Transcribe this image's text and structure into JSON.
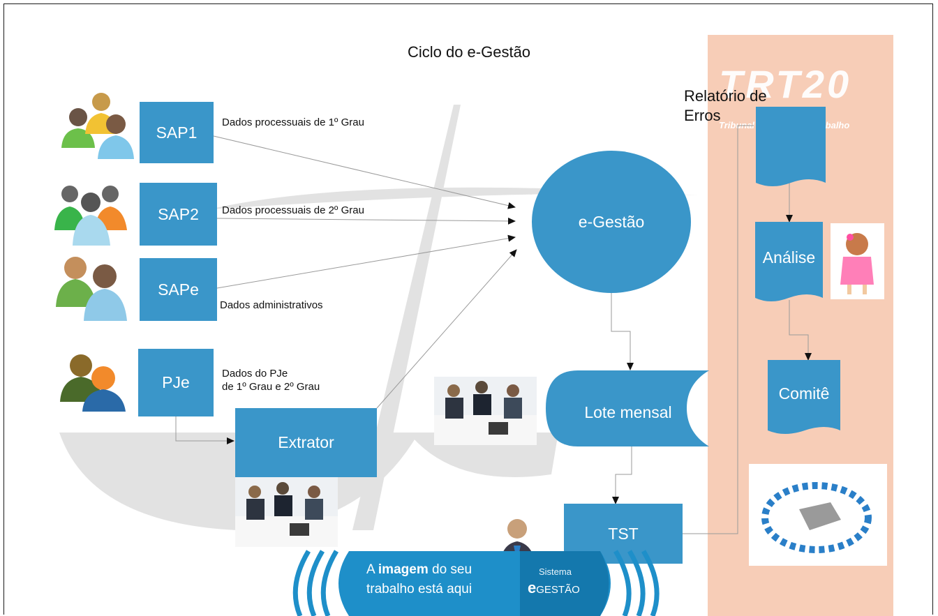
{
  "diagram": {
    "title": "Ciclo do e-Gestão",
    "nodes": {
      "sap1": "SAP1",
      "sap2": "SAP2",
      "sape": "SAPe",
      "pje": "PJe",
      "extrator": "Extrator",
      "egestao": "e-Gestão",
      "lote": "Lote mensal",
      "tst": "TST",
      "relatorio_line1": "Relatório de",
      "relatorio_line2": "Erros",
      "analise": "Análise",
      "comite": "Comitê"
    },
    "labels": {
      "sap1": "Dados processuais de 1º Grau",
      "sap2": "Dados processuais de 2º Grau",
      "sape": "Dados administrativos",
      "pje_line1": "Dados do PJe",
      "pje_line2": "de 1º Grau e 2º Grau"
    },
    "logo": {
      "text": "TRT20",
      "subtitle": "Tribunal Regional do Trabalho"
    },
    "banner": {
      "line1_pre": "A ",
      "line1_bold": "imagem",
      "line1_post": " do seu",
      "line2": "trabalho está aqui",
      "sistema": "Sistema",
      "gestao": "GESTÃO"
    },
    "colors": {
      "box_blue": "#3a96c9",
      "panel_salmon": "#f7cdb7",
      "banner_blue": "#1e8fc9"
    }
  }
}
